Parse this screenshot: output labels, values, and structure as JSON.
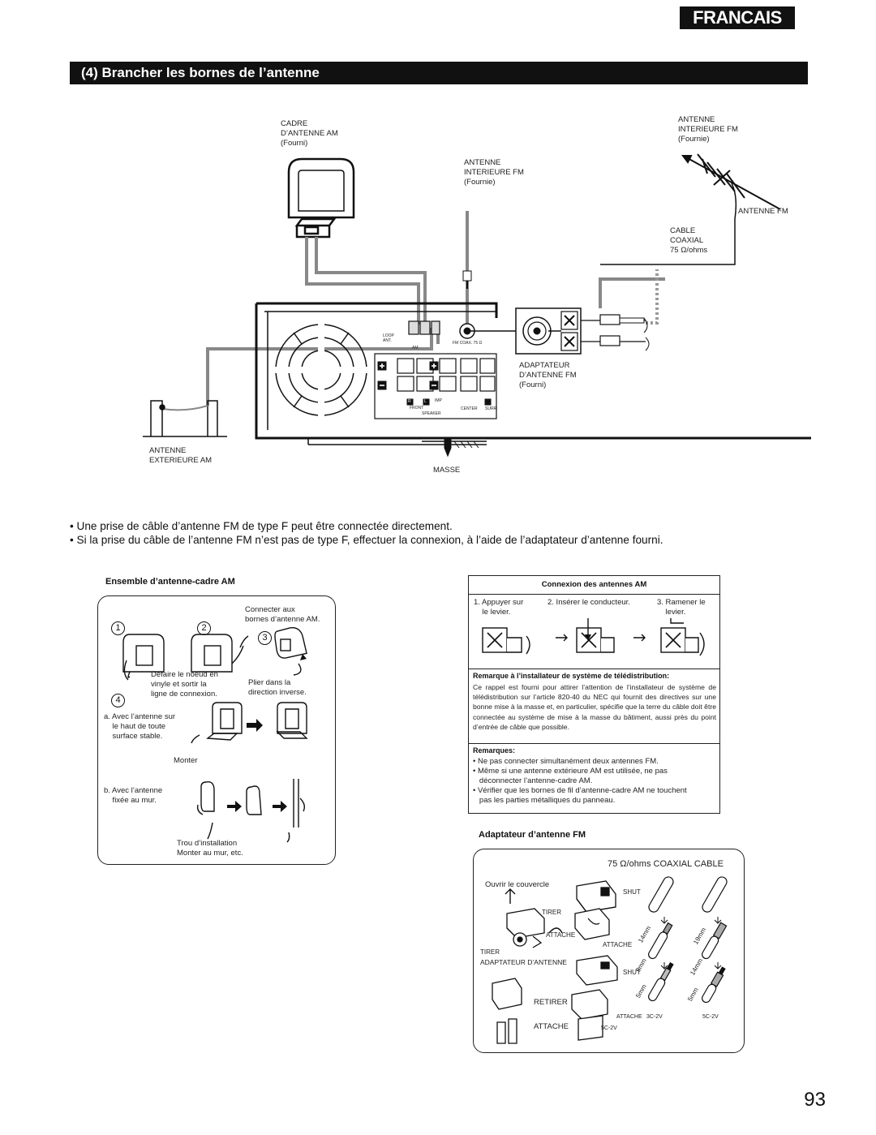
{
  "header": {
    "language_tab": "FRANCAIS",
    "section_title": "(4) Brancher les bornes de l’antenne"
  },
  "diagram": {
    "labels": {
      "am_loop": "CADRE\nD’ANTENNE AM\n(Fourni)",
      "fm_indoor_center": "ANTENNE\nINTERIEURE FM\n(Fournie)",
      "fm_indoor_right": "ANTENNE\nINTERIEURE FM\n(Fournie)",
      "fm_outdoor": "ANTENNE FM",
      "coax": "CABLE\nCOAXIAL\n75 Ω/ohms",
      "adapter": "ADAPTATEUR\nD’ANTENNE FM\n(Fourni)",
      "am_outdoor": "ANTENNE\nEXTERIEURE AM",
      "ground": "MASSE"
    },
    "panel_marks": {
      "loop_ant": "LOOP\nANT.",
      "am": "AM",
      "fm_coax": "FM COAX. 75 Ω",
      "front": "FRONT",
      "speaker": "SPEAKER",
      "center": "CENTER",
      "surr": "SURR",
      "imp": "IMP",
      "r": "R",
      "l": "L"
    }
  },
  "bullets": [
    "• Une prise de câble d’antenne FM de type F peut être connectée directement.",
    "• Si la prise du câble de l’antenne FM n’est pas de type F, effectuer la connexion, à l’aide de l’adaptateur d’antenne fourni."
  ],
  "am_set": {
    "heading": "Ensemble d’antenne-cadre AM",
    "steps": [
      "1",
      "2",
      "3",
      "4"
    ],
    "connect_note": "Connecter aux\nbornes d’antenne AM.",
    "undo_note": "Défaire le noeud en\nvinyle et sortir la\nligne de connexion.",
    "bend_note": "Plier dans la\ndirection inverse.",
    "option_a": "a. Avec l’antenne sur\n    le haut de toute\n    surface stable.",
    "mount": "Monter",
    "option_b": "b. Avec l’antenne\n    fixée au mur.",
    "hole_note": "Trou d’installation\nMonter au mur, etc."
  },
  "am_connection": {
    "heading": "Connexion des antennes AM",
    "steps": [
      "1. Appuyer sur\n    le levier.",
      "2. Insérer le conducteur.",
      "3. Ramener le\n    levier."
    ]
  },
  "installer_note": {
    "heading": "Remarque à l’installateur de système de télédistribution:",
    "text": "Ce rappel est fourni pour attirer l’attention de l’installateur de système de télédistribution sur l’article 820-40 du NEC qui fournit des directives sur une bonne mise à la masse et, en particulier, spécifie que la terre du câble doit être connectée au système de mise à la masse du bâtiment, aussi près du point d’entrée de câble que possible."
  },
  "remarks": {
    "heading": "Remarques:",
    "items": [
      "• Ne pas connecter simultanément deux antennes FM.",
      "• Même si une antenne extérieure AM est utilisée, ne pas\n   déconnecter l’antenne-cadre AM.",
      "• Vérifier que les bornes de fil d’antenne-cadre AM ne touchent\n   pas les parties métalliques du panneau."
    ]
  },
  "fm_adapter": {
    "heading": "Adaptateur d’antenne FM",
    "cable_title": "75 Ω/ohms COAXIAL CABLE",
    "open_cover": "Ouvrir le couvercle",
    "shut_1": "SHUT",
    "pull_1": "TIRER",
    "attach_1": "ATTACHE",
    "attach_2": "ATTACHE",
    "pull_2": "TIRER",
    "adapter_label": "ADAPTATEUR D’ANTENNE",
    "shut_2": "SHUT",
    "remove": "RETIRER",
    "attach_3": "ATTACHE",
    "attach_4": "ATTACHE",
    "cable_3c": "3C-2V",
    "cable_5c_a": "5C-2V",
    "cable_5c_b": "5C-2V",
    "dims": [
      "14mm",
      "19mm",
      "9mm",
      "14mm",
      "5mm",
      "5mm"
    ]
  },
  "page_number": "93"
}
